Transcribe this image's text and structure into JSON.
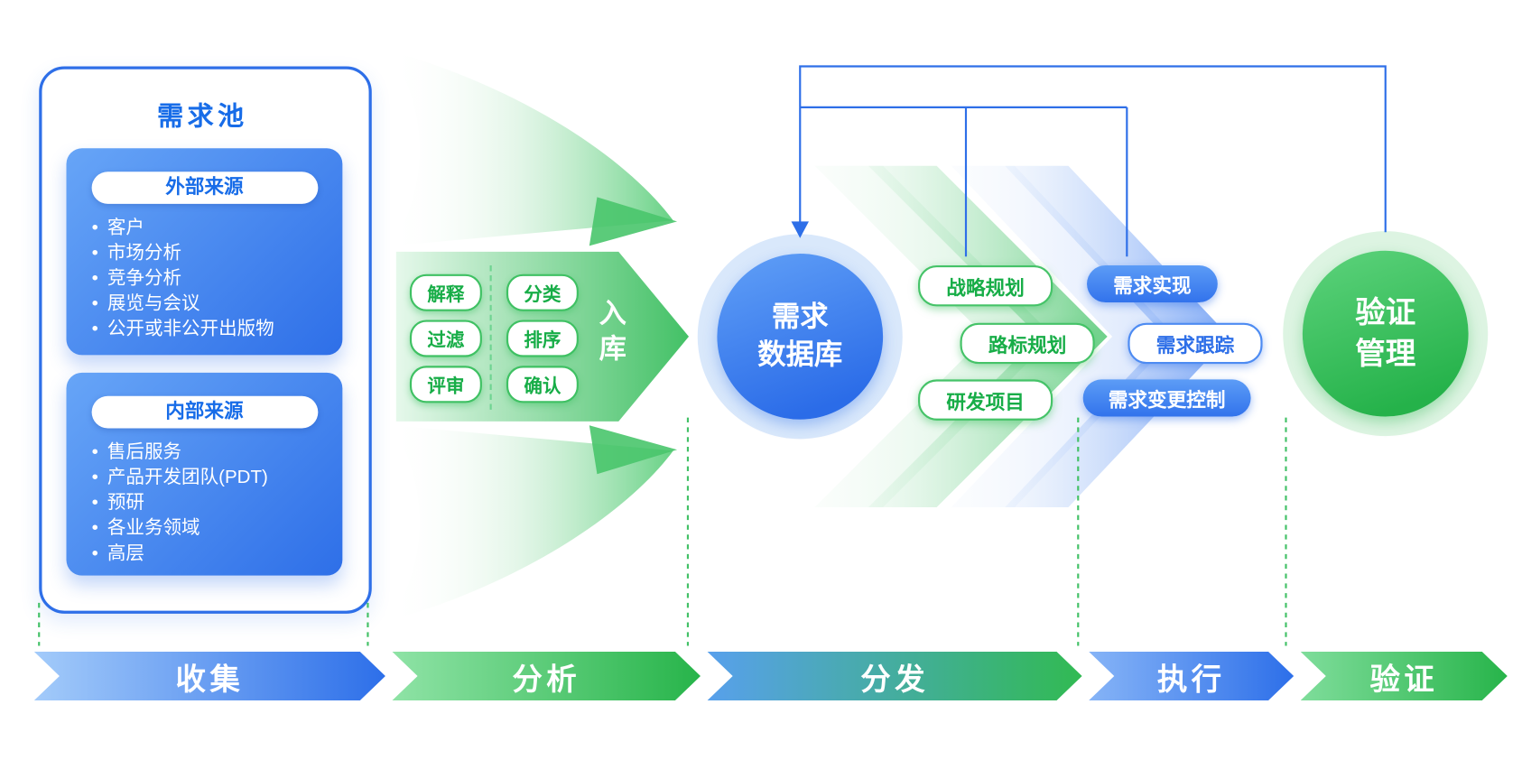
{
  "pool": {
    "title": "需求池",
    "groups": [
      {
        "label": "外部来源",
        "items": [
          "客户",
          "市场分析",
          "竞争分析",
          "展览与会议",
          "公开或非公开出版物"
        ]
      },
      {
        "label": "内部来源",
        "items": [
          "售后服务",
          "产品开发团队(PDT)",
          "预研",
          "各业务领域",
          "高层"
        ]
      }
    ]
  },
  "analysis": {
    "pills_left": [
      "解释",
      "过滤",
      "评审"
    ],
    "pills_right": [
      "分类",
      "排序",
      "确认"
    ],
    "arrow_label": "入库"
  },
  "database": {
    "line1": "需求",
    "line2": "数据库"
  },
  "distribution": {
    "pills": [
      "战略规划",
      "路标规划",
      "研发项目"
    ]
  },
  "execution": {
    "pills": [
      "需求实现",
      "需求跟踪",
      "需求变更控制"
    ]
  },
  "verification": {
    "line1": "验证",
    "line2": "管理"
  },
  "phases": [
    "收集",
    "分析",
    "分发",
    "执行",
    "验证"
  ],
  "colors": {
    "blue": "#2E6FE8",
    "green": "#2FB84F",
    "light_blue": "#D9E8FB",
    "light_green": "#DDF4E2"
  }
}
